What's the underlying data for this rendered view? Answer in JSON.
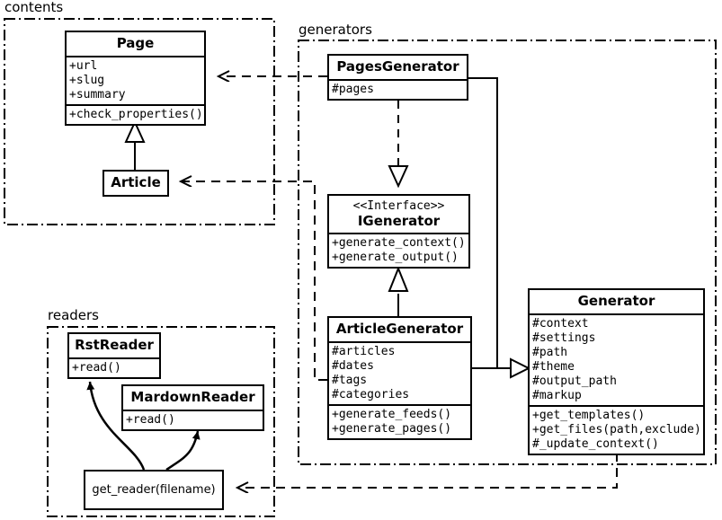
{
  "diagram": {
    "title": "Pelican architecture UML class diagram",
    "stroke_color": "#000000",
    "background_color": "#ffffff"
  },
  "packages": [
    {
      "id": "contents",
      "label": "contents"
    },
    {
      "id": "generators",
      "label": "generators"
    },
    {
      "id": "readers",
      "label": "readers"
    }
  ],
  "classes": {
    "page": {
      "name": "Page",
      "attributes": [
        "+url",
        "+slug",
        "+summary"
      ],
      "methods": [
        "+check_properties()"
      ]
    },
    "article": {
      "name": "Article",
      "attributes": [],
      "methods": []
    },
    "pages_generator": {
      "name": "PagesGenerator",
      "attributes": [
        "#pages"
      ],
      "methods": []
    },
    "igenerator": {
      "stereotype": "<<Interface>>",
      "name": "IGenerator",
      "attributes": [],
      "methods": [
        "+generate_context()",
        "+generate_output()"
      ]
    },
    "article_generator": {
      "name": "ArticleGenerator",
      "attributes": [
        "#articles",
        "#dates",
        "#tags",
        "#categories"
      ],
      "methods": [
        "+generate_feeds()",
        "+generate_pages()"
      ]
    },
    "generator": {
      "name": "Generator",
      "attributes": [
        "#context",
        "#settings",
        "#path",
        "#theme",
        "#output_path",
        "#markup"
      ],
      "methods": [
        "+get_templates()",
        "+get_files(path,exclude)",
        "#_update_context()"
      ]
    },
    "rst_reader": {
      "name": "RstReader",
      "attributes": [],
      "methods": [
        "+read()"
      ]
    },
    "mardown_reader": {
      "name": "MardownReader",
      "attributes": [],
      "methods": [
        "+read()"
      ]
    },
    "get_reader": {
      "name": "get_reader(filename)"
    }
  },
  "relations": [
    {
      "id": "article-extends-page",
      "type": "generalization",
      "from": "Article",
      "to": "Page"
    },
    {
      "id": "pagesgenerator-realizes-igenerator",
      "type": "realization",
      "from": "PagesGenerator",
      "to": "IGenerator"
    },
    {
      "id": "articlegenerator-realizes-igenerator",
      "type": "realization",
      "from": "ArticleGenerator",
      "to": "IGenerator"
    },
    {
      "id": "pagesgenerator-extends-generator",
      "type": "generalization",
      "from": "PagesGenerator",
      "to": "Generator"
    },
    {
      "id": "articlegenerator-extends-generator",
      "type": "generalization",
      "from": "ArticleGenerator",
      "to": "Generator"
    },
    {
      "id": "pagesgenerator-uses-page",
      "type": "dependency",
      "from": "PagesGenerator",
      "to": "Page"
    },
    {
      "id": "articlegenerator-uses-article",
      "type": "dependency",
      "from": "ArticleGenerator",
      "to": "Article"
    },
    {
      "id": "generator-uses-get-reader",
      "type": "dependency",
      "from": "Generator",
      "to": "get_reader(filename)"
    },
    {
      "id": "get-reader-returns-rstreader",
      "type": "association",
      "from": "get_reader(filename)",
      "to": "RstReader"
    },
    {
      "id": "get-reader-returns-mardownreader",
      "type": "association",
      "from": "get_reader(filename)",
      "to": "MardownReader"
    }
  ]
}
